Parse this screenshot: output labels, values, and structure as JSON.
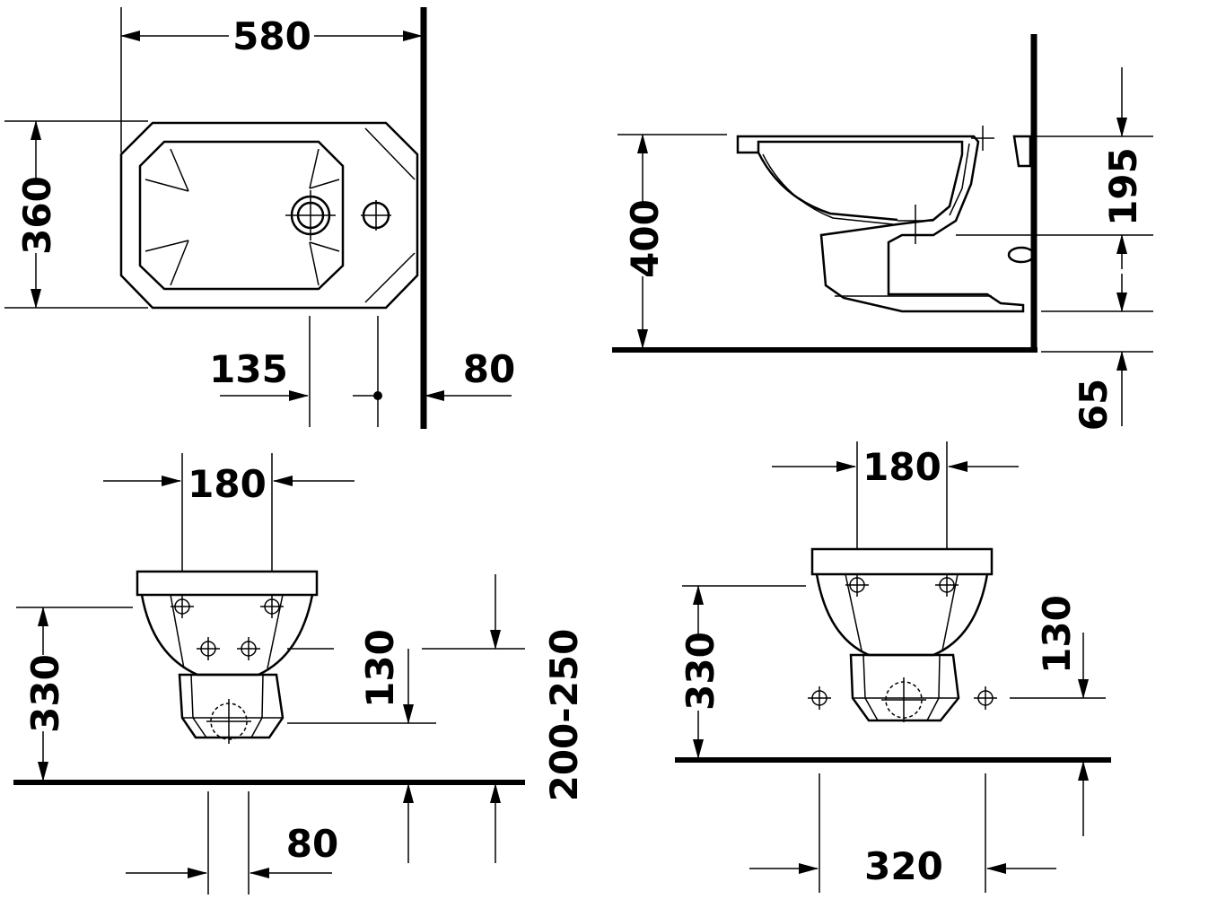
{
  "colors": {
    "ink": "#000000",
    "paper": "#ffffff"
  },
  "top_view": {
    "width_label": "580",
    "depth_label": "360",
    "tap_offset_label": "135",
    "wall_offset_label": "80"
  },
  "side_view": {
    "height_label": "400",
    "inlet_height_label": "195",
    "bottom_label": "65"
  },
  "front_view_left": {
    "bolt_spacing_label": "180",
    "height_label": "330",
    "inner_label": "130",
    "range_label": "200-250",
    "outlet_offset_label": "80"
  },
  "front_view_right": {
    "bolt_spacing_label": "180",
    "height_label": "330",
    "inner_label": "130",
    "fixing_spacing_label": "320"
  }
}
